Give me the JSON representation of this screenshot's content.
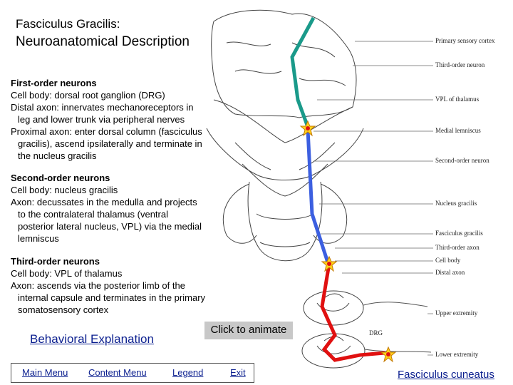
{
  "title": {
    "main": "Fasciculus Gracilis:",
    "subtitle": "Neuroanatomical Description"
  },
  "first_order": {
    "heading": "First-order neurons",
    "lines": [
      "Cell body: dorsal root ganglion (DRG)",
      "Distal axon: innervates mechanoreceptors in",
      "leg and lower trunk via peripheral nerves",
      "Proximal axon: enter dorsal column (fasciculus",
      "gracilis), ascend ipsilaterally and terminate in",
      "the nucleus gracilis"
    ]
  },
  "second_order": {
    "heading": "Second-order neurons",
    "lines": [
      "Cell body: nucleus gracilis",
      "Axon: decussates in the medulla and projects",
      "to the contralateral thalamus (ventral",
      "posterior lateral nucleus, VPL) via the medial",
      "lemniscus"
    ]
  },
  "third_order": {
    "heading": "Third-order neurons",
    "lines": [
      "Cell body: VPL of thalamus",
      "Axon: ascends via the posterior limb of the",
      "internal capsule and terminates in the primary",
      "somatosensory cortex"
    ]
  },
  "links": {
    "behavioral": "Behavioral Explanation",
    "animate": "Click to animate",
    "fasciculus_cuneatus": "Fasciculus cuneatus"
  },
  "nav": {
    "main_menu": "Main Menu",
    "content_menu": "Content Menu",
    "legend": "Legend",
    "exit": "Exit"
  },
  "diagram_labels": {
    "primary_cortex": "Primary sensory cortex",
    "third_order": "Third-order neuron",
    "vpl": "VPL of thalamus",
    "medial_lemniscus": "Medial lemniscus",
    "second_order": "Second-order neuron",
    "nucleus_gracilis": "Nucleus gracilis",
    "fasciculus_gracilis": "Fasciculus gracilis",
    "third_axon": "Third-order axon",
    "cell_body": "Cell body",
    "distal_axon": "Distal axon",
    "upper_extremity": "Upper extremity",
    "drg": "DRG",
    "lower_extremity": "Lower extremity"
  },
  "colors": {
    "third_order_path": "#1a9a8a",
    "second_order_path": "#3c5fe0",
    "first_order_path": "#e01010",
    "link": "#0b1f8f"
  }
}
